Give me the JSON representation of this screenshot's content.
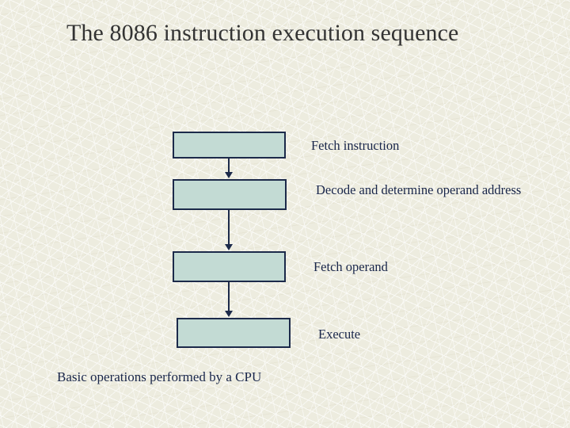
{
  "slide": {
    "title": "The 8086 instruction execution sequence",
    "caption": "Basic operations performed by a CPU",
    "background_color": "#edecdf",
    "title_color": "#333333",
    "text_color": "#19264a",
    "box_fill_color": "#c3dbd4",
    "box_border_color": "#1c2a4a"
  },
  "diagram": {
    "type": "flowchart",
    "orientation": "vertical",
    "steps": [
      {
        "order": 1,
        "label": "Fetch instruction"
      },
      {
        "order": 2,
        "label": "Decode and determine operand address"
      },
      {
        "order": 3,
        "label": "Fetch operand"
      },
      {
        "order": 4,
        "label": "Execute"
      }
    ],
    "connector_count": 3
  }
}
